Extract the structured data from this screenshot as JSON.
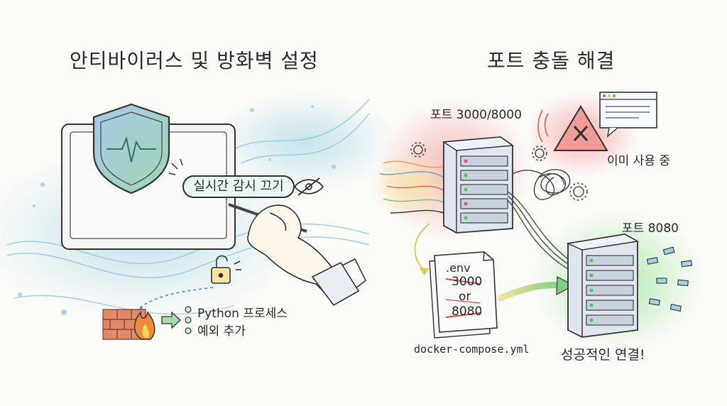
{
  "left": {
    "title": "안티바이러스 및 방화벽 설정",
    "toggle_label": "실시간 감시 끄기",
    "exception_line1": "Python 프로세스",
    "exception_line2": "예외 추가"
  },
  "right": {
    "title": "포트 충돌 해결",
    "server1_label": "포트 3000/8000",
    "error_label": "이미 사용 중",
    "server2_label": "포트 8080",
    "file_name": ".env",
    "option_old": "3000",
    "option_or": "or",
    "option_new": "8080",
    "file_caption": "docker-compose.yml",
    "success_label": "성공적인 연결!"
  },
  "colors": {
    "ink": "#2a2a2a",
    "shield_blue": "#a9c9e6",
    "shield_green": "#9bd6b4",
    "error_red": "#e06a6a",
    "success_green": "#7fd17f",
    "wave_blue": "#bfe0ea"
  },
  "icons": [
    "shield-icon",
    "monitor-icon",
    "hand-icon",
    "eye-off-icon",
    "lock-icon",
    "firewall-icon",
    "fire-icon",
    "server-icon",
    "warning-icon",
    "dialog-icon",
    "gear-icon",
    "document-icon",
    "arrow-icon"
  ]
}
